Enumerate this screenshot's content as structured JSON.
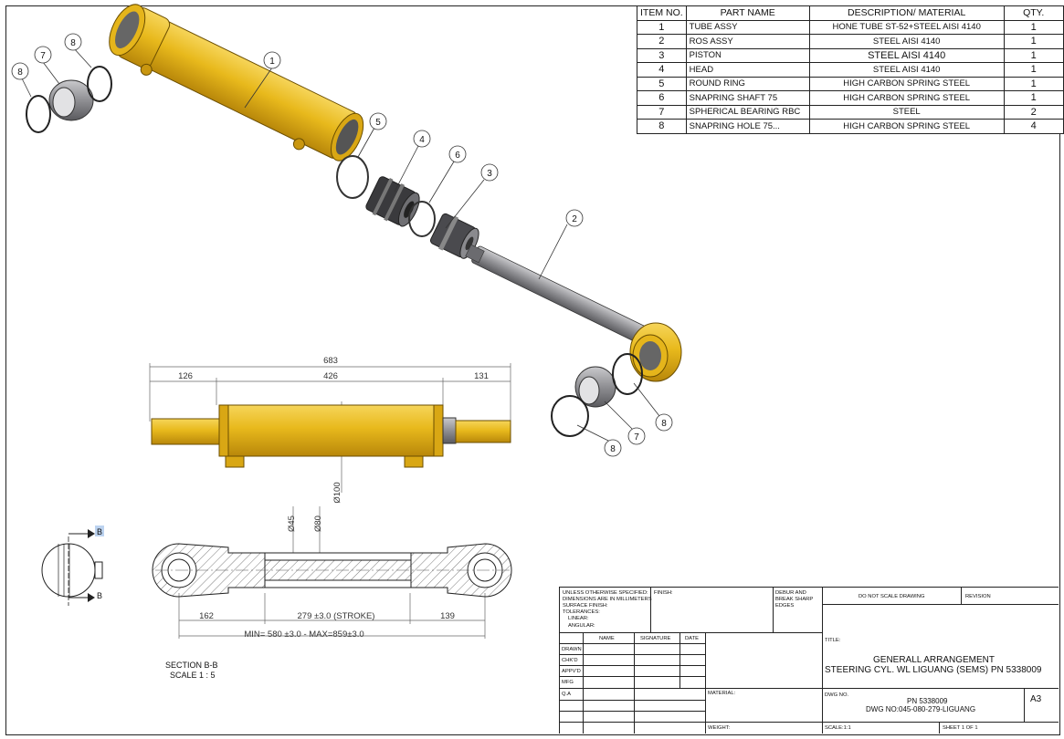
{
  "bom": {
    "headers": [
      "ITEM NO.",
      "PART NAME",
      "DESCRIPTION/ MATERIAL",
      "QTY."
    ],
    "rows": [
      {
        "item": "1",
        "part": "TUBE ASSY",
        "desc": "HONE TUBE ST-52+STEEL AISI 4140",
        "qty": "1"
      },
      {
        "item": "2",
        "part": "ROS ASSY",
        "desc": "STEEL AISI 4140",
        "qty": "1"
      },
      {
        "item": "3",
        "part": "PISTON",
        "desc": "STEEL AISI 4140",
        "qty": "1"
      },
      {
        "item": "4",
        "part": "HEAD",
        "desc": "STEEL AISI 4140",
        "qty": "1"
      },
      {
        "item": "5",
        "part": "ROUND RING",
        "desc": "HIGH CARBON SPRING STEEL",
        "qty": "1"
      },
      {
        "item": "6",
        "part": "SNAPRING SHAFT 75",
        "desc": "HIGH CARBON SPRING STEEL",
        "qty": "1"
      },
      {
        "item": "7",
        "part": "SPHERICAL BEARING RBC",
        "desc": "STEEL",
        "qty": "2"
      },
      {
        "item": "8",
        "part": "SNAPRING HOLE 75...",
        "desc": "HIGH CARBON SPRING STEEL",
        "qty": "4"
      }
    ]
  },
  "balloons": {
    "b1": "1",
    "b2": "2",
    "b3": "3",
    "b4": "4",
    "b5": "5",
    "b6": "6",
    "b7a": "7",
    "b7b": "7",
    "b8a": "8",
    "b8b": "8",
    "b8c": "8",
    "b8d": "8"
  },
  "dims": {
    "overall": "683",
    "left": "126",
    "middle": "426",
    "right": "131",
    "dia_tube": "Ø100",
    "dia_rod": "Ø45",
    "dia_bore": "Ø80",
    "sec_left": "162",
    "stroke": "279 ±3.0 (STROKE)",
    "sec_right": "139",
    "minmax": "MIN= 580 ±3.0 - MAX=859±3.0"
  },
  "section": {
    "marker": "B",
    "title": "SECTION B-B",
    "scale": "SCALE 1 : 5"
  },
  "title_block": {
    "tolerances": [
      "UNLESS OTHERWISE SPECIFIED:",
      "DIMENSIONS ARE IN MILLIMETERS",
      "SURFACE FINISH:",
      "TOLERANCES:",
      "LINEAR:",
      "ANGULAR:"
    ],
    "finish": "FINISH:",
    "deburr": [
      "DEBUR AND",
      "BREAK SHARP",
      "EDGES"
    ],
    "do_not_scale": "DO NOT SCALE DRAWING",
    "revision": "REVISION",
    "title_label": "TITLE:",
    "col_name": "NAME",
    "col_signature": "SIGNATURE",
    "col_date": "DATE",
    "roles": [
      "DRAWN",
      "CHK'D",
      "APPV'D",
      "MFG",
      "Q.A"
    ],
    "title_line1": "GENERALL ARRANGEMENT",
    "title_line2": "STEERING CYL. WL LIGUANG (SEMS) PN 5338009",
    "material": "MATERIAL:",
    "dwg_no_label": "DWG NO.",
    "pn": "PN 5338009",
    "dwg_no": "DWG NO:045-080-279-LIGUANG",
    "size": "A3",
    "weight": "WEIGHT:",
    "scale": "SCALE:1:1",
    "sheet": "SHEET 1 OF 1"
  },
  "colors": {
    "yellow": "#e8b91c",
    "yellow_dark": "#b8870a",
    "grey": "#8f8f93",
    "grey_dark": "#5a5a5e"
  }
}
